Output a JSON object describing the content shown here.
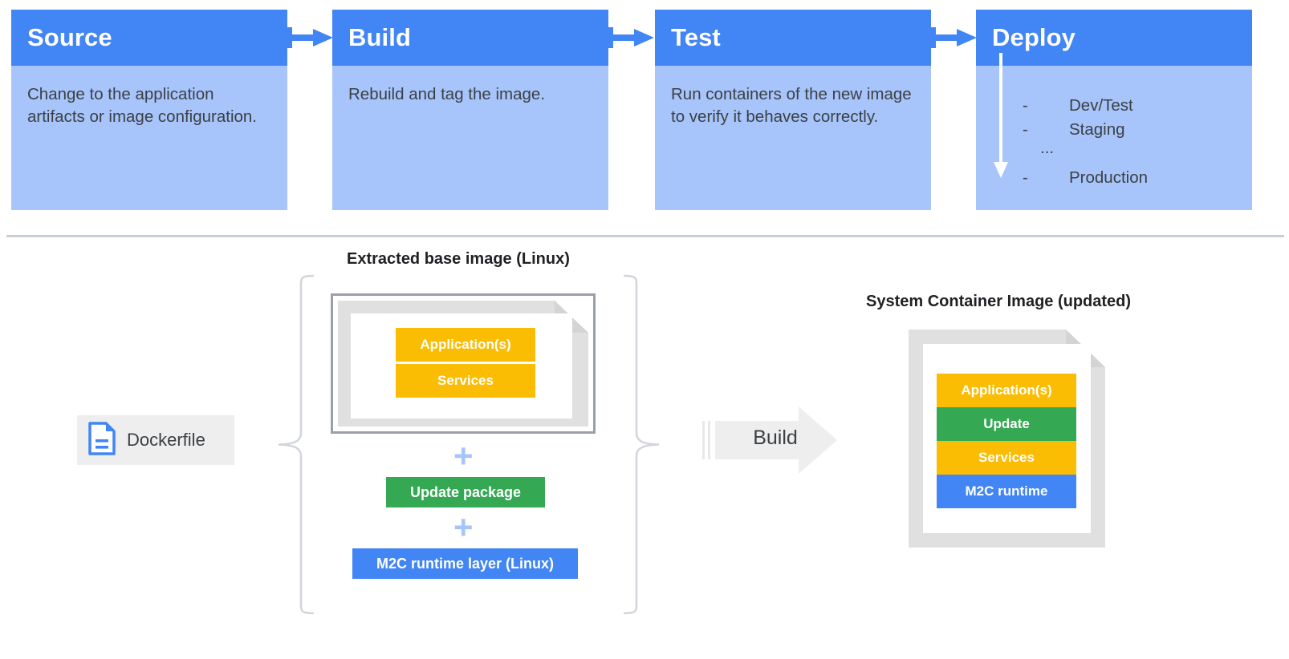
{
  "colors": {
    "blue_header": "#4285f4",
    "blue_body": "#a7c5fb",
    "text_dark": "#3c4043",
    "yellow": "#fbbc04",
    "green": "#34a853",
    "blue": "#4285f4",
    "gray_doc": "#e0e0e0",
    "gray_border": "#9aa0a6",
    "divider": "#c9ced4"
  },
  "pipeline": {
    "stages": [
      {
        "title": "Source",
        "body": "Change to the application artifacts or image configuration."
      },
      {
        "title": "Build",
        "body": "Rebuild and tag the image."
      },
      {
        "title": "Test",
        "body": "Run containers of the new image to verify it behaves correctly."
      },
      {
        "title": "Deploy",
        "body": ""
      }
    ],
    "deploy": {
      "dash": "-",
      "ellipsis": "...",
      "items": [
        "Dev/Test",
        "Staging",
        "Production"
      ]
    }
  },
  "build": {
    "caption_left": "Extracted base image (Linux)",
    "caption_right": "System Container Image (updated)",
    "dockerfile_label": "Dockerfile",
    "plus_symbol": "+",
    "base_image_layers": [
      {
        "label": "Application(s)",
        "color": "yellow"
      },
      {
        "label": "Services",
        "color": "yellow"
      }
    ],
    "update_package_label": "Update package",
    "m2c_runtime_layer_label": "M2C runtime layer (Linux)",
    "build_arrow_label": "Build",
    "result_layers": [
      {
        "label": "Application(s)",
        "color": "yellow"
      },
      {
        "label": "Update",
        "color": "green"
      },
      {
        "label": "Services",
        "color": "yellow"
      },
      {
        "label": "M2C runtime",
        "color": "blue"
      }
    ]
  }
}
